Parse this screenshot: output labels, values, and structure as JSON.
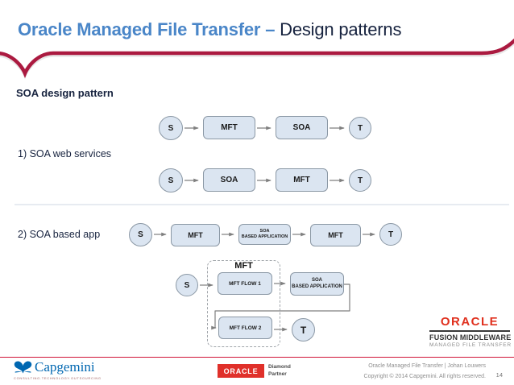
{
  "slide": {
    "title_primary": "Oracle Managed File Transfer – ",
    "title_secondary": "Design patterns",
    "section_heading": "SOA design pattern",
    "pattern1_label": "1) SOA web services",
    "pattern2_label": "2) SOA based app",
    "page_number": "14"
  },
  "diagram": {
    "row1": {
      "source": "S",
      "node1": "MFT",
      "node2": "SOA",
      "target": "T"
    },
    "row2": {
      "source": "S",
      "node1": "SOA",
      "node2": "MFT",
      "target": "T"
    },
    "row3": {
      "source": "S",
      "node1": "MFT",
      "app_line1": "SOA",
      "app_line2": "BASED APPLICATION",
      "node3": "MFT",
      "target": "T"
    },
    "row4": {
      "source": "S",
      "group_label": "MFT",
      "flow1": "MFT FLOW 1",
      "flow2": "MFT FLOW 2",
      "app_line1": "SOA",
      "app_line2": "BASED APPLICATION",
      "target": "T"
    }
  },
  "footer": {
    "capgemini_wordmark": "Capgemini",
    "capgemini_tagline": "CONSULTING.TECHNOLOGY.OUTSOURCING",
    "partner_wordmark": "ORACLE",
    "partner_level_line1": "Diamond",
    "partner_level_line2": "Partner",
    "fusion_wordmark": "ORACLE",
    "fusion_line1": "FUSION MIDDLEWARE",
    "fusion_line2": "MANAGED FILE TRANSFER",
    "credit": "Oracle Managed File Transfer  |  Johan Louwers",
    "copyright": "Copyright © 2014 Capgemini. All rights reserved."
  },
  "colors": {
    "title_blue": "#4a86c8",
    "title_dark": "#17233f",
    "ribbon_red": "#ab1a40",
    "node_fill": "#dbe5f1",
    "node_border": "#8b98a5",
    "arrow_gray": "#7f7f7f",
    "capgemini_blue": "#0067b1",
    "oracle_red": "#e0301e",
    "footer_rule_red": "#d11438"
  }
}
